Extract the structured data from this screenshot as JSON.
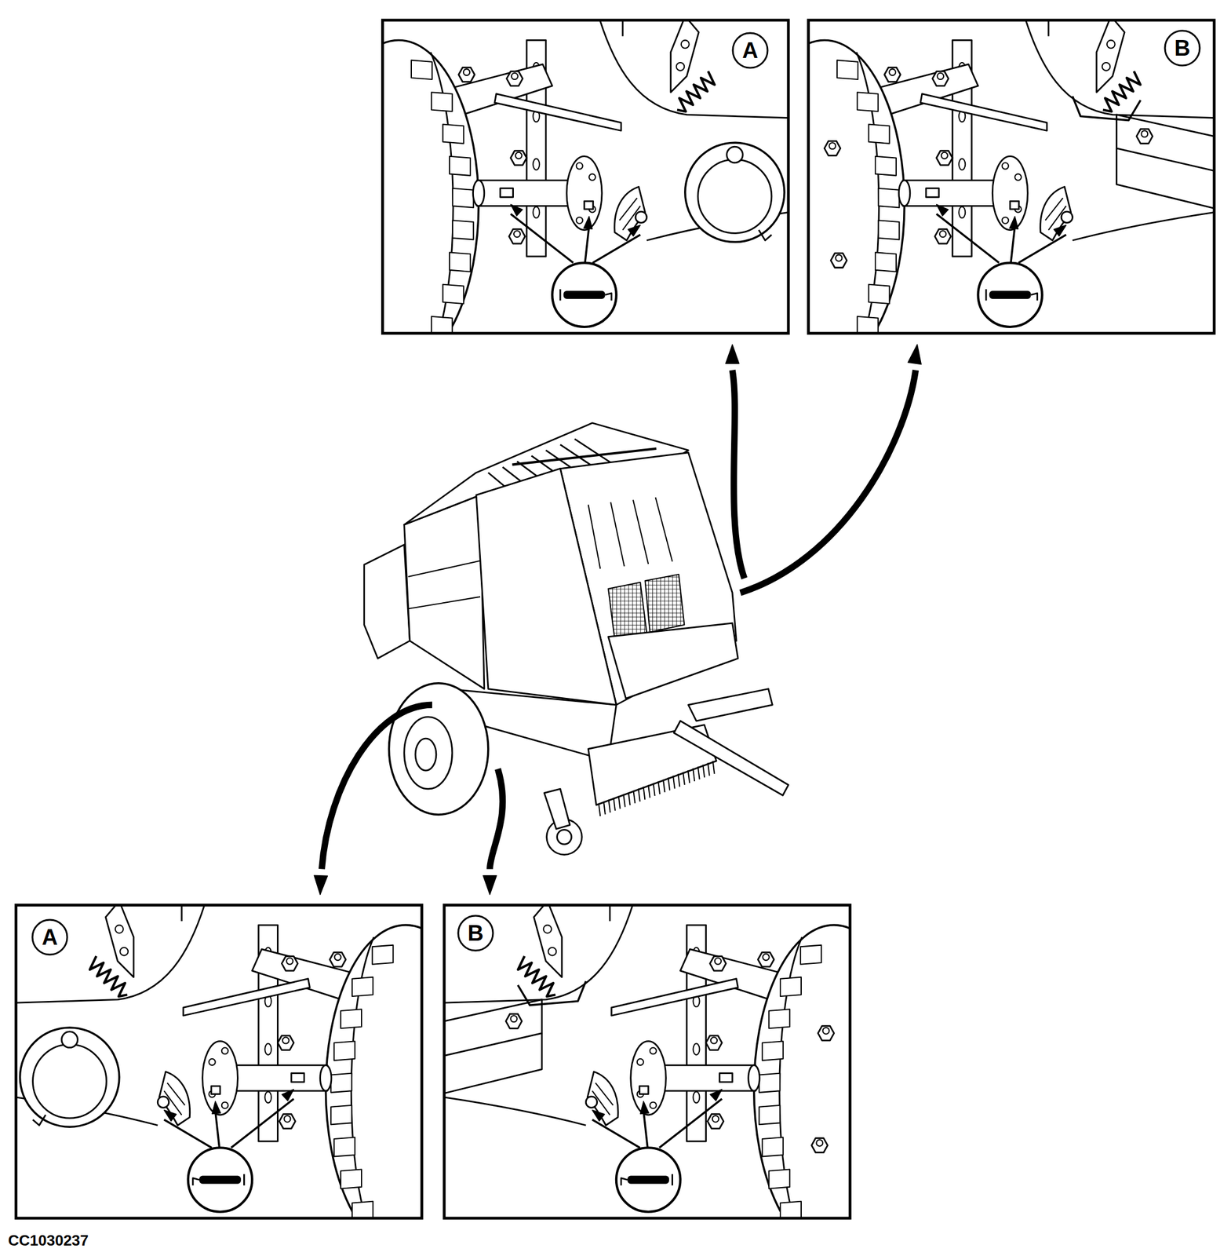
{
  "diagram": {
    "nodes": [
      {
        "text": [
          "A"
        ]
      },
      {
        "text": [
          "B"
        ]
      },
      {
        "text": [
          "A"
        ]
      },
      {
        "text": [
          "B"
        ]
      }
    ],
    "labels": [
      "CC1030237"
    ]
  }
}
